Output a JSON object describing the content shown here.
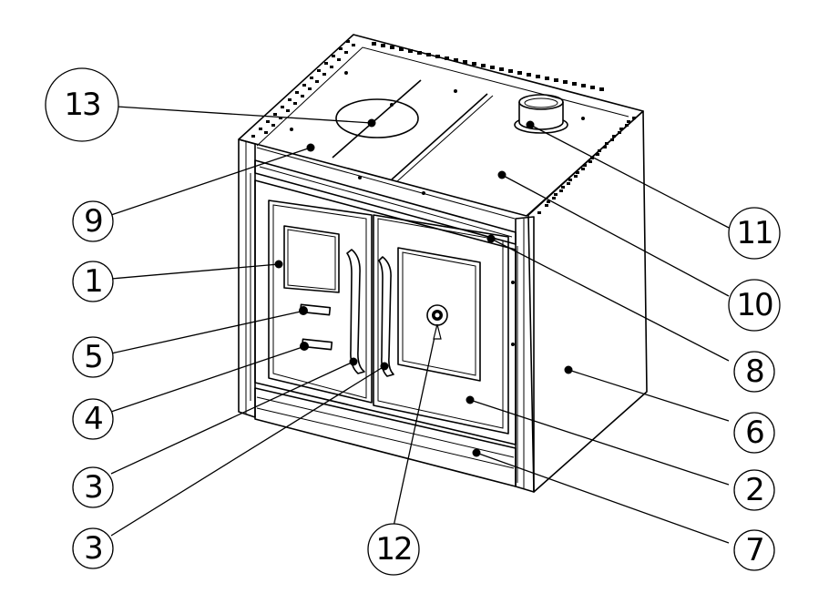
{
  "diagram": {
    "callouts": [
      {
        "id": "13",
        "label": "13"
      },
      {
        "id": "9",
        "label": "9"
      },
      {
        "id": "1",
        "label": "1"
      },
      {
        "id": "5",
        "label": "5"
      },
      {
        "id": "4",
        "label": "4"
      },
      {
        "id": "3a",
        "label": "3"
      },
      {
        "id": "3b",
        "label": "3"
      },
      {
        "id": "12",
        "label": "12"
      },
      {
        "id": "11",
        "label": "11"
      },
      {
        "id": "10",
        "label": "10"
      },
      {
        "id": "8",
        "label": "8"
      },
      {
        "id": "6",
        "label": "6"
      },
      {
        "id": "2",
        "label": "2"
      },
      {
        "id": "7",
        "label": "7"
      }
    ]
  }
}
